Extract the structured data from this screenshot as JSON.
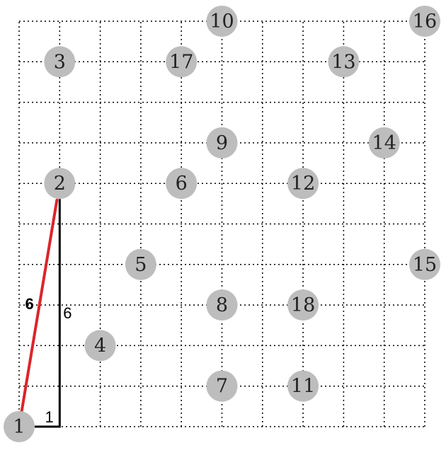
{
  "grid": {
    "cols": 10,
    "rows": 10,
    "line_color": "#000000",
    "style": "dotted"
  },
  "nodes": [
    {
      "id": "1",
      "gx": 0,
      "gy": 0
    },
    {
      "id": "2",
      "gx": 1,
      "gy": 6
    },
    {
      "id": "3",
      "gx": 1,
      "gy": 9
    },
    {
      "id": "4",
      "gx": 2,
      "gy": 2
    },
    {
      "id": "5",
      "gx": 3,
      "gy": 4
    },
    {
      "id": "6",
      "gx": 4,
      "gy": 6
    },
    {
      "id": "7",
      "gx": 5,
      "gy": 1
    },
    {
      "id": "8",
      "gx": 5,
      "gy": 3
    },
    {
      "id": "9",
      "gx": 5,
      "gy": 7
    },
    {
      "id": "10",
      "gx": 5,
      "gy": 10
    },
    {
      "id": "11",
      "gx": 7,
      "gy": 1
    },
    {
      "id": "12",
      "gx": 7,
      "gy": 6
    },
    {
      "id": "13",
      "gx": 8,
      "gy": 9
    },
    {
      "id": "14",
      "gx": 9,
      "gy": 7
    },
    {
      "id": "15",
      "gx": 10,
      "gy": 4
    },
    {
      "id": "16",
      "gx": 10,
      "gy": 10
    },
    {
      "id": "17",
      "gx": 4,
      "gy": 9
    },
    {
      "id": "18",
      "gx": 7,
      "gy": 3
    }
  ],
  "node_color": "#bdbdbd",
  "edge": {
    "from": "1",
    "to": "2",
    "label": "6",
    "color": "#d9262b"
  },
  "legs": {
    "dx_label": "1",
    "dy_label": "6",
    "color": "#000000"
  }
}
